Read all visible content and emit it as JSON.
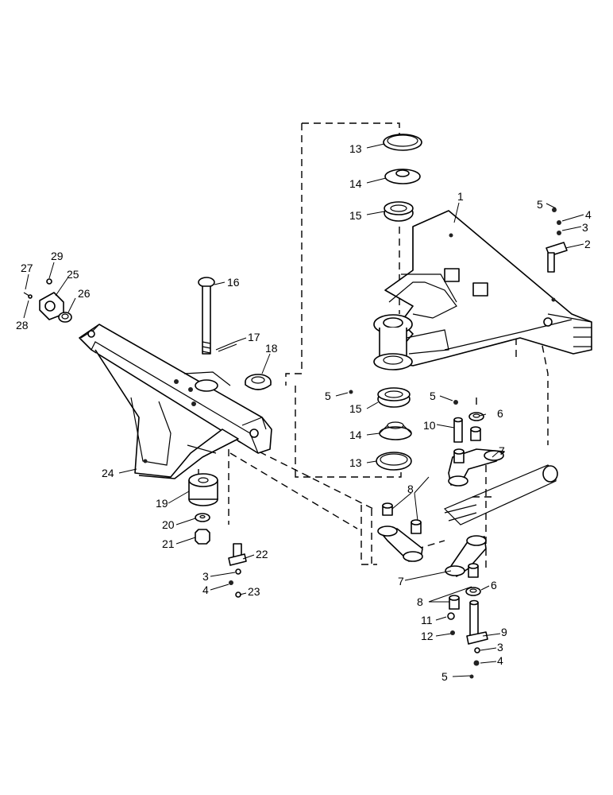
{
  "callouts": [
    {
      "id": "c1",
      "text": "1"
    },
    {
      "id": "c2",
      "text": "2"
    },
    {
      "id": "c3a",
      "text": "3"
    },
    {
      "id": "c4a",
      "text": "4"
    },
    {
      "id": "c5a",
      "text": "5"
    },
    {
      "id": "c6a",
      "text": "6"
    },
    {
      "id": "c7a",
      "text": "7"
    },
    {
      "id": "c8a",
      "text": "8"
    },
    {
      "id": "c13a",
      "text": "13"
    },
    {
      "id": "c14a",
      "text": "14"
    },
    {
      "id": "c15a",
      "text": "15"
    },
    {
      "id": "c5b",
      "text": "5"
    },
    {
      "id": "c15b",
      "text": "15"
    },
    {
      "id": "c5c",
      "text": "5"
    },
    {
      "id": "c10",
      "text": "10"
    },
    {
      "id": "c14b",
      "text": "14"
    },
    {
      "id": "c13b",
      "text": "13"
    },
    {
      "id": "c16",
      "text": "16"
    },
    {
      "id": "c17",
      "text": "17"
    },
    {
      "id": "c18",
      "text": "18"
    },
    {
      "id": "c24",
      "text": "24"
    },
    {
      "id": "c19",
      "text": "19"
    },
    {
      "id": "c20",
      "text": "20"
    },
    {
      "id": "c21",
      "text": "21"
    },
    {
      "id": "c22",
      "text": "22"
    },
    {
      "id": "c3b",
      "text": "3"
    },
    {
      "id": "c4b",
      "text": "4"
    },
    {
      "id": "c23",
      "text": "23"
    },
    {
      "id": "c27",
      "text": "27"
    },
    {
      "id": "c29",
      "text": "29"
    },
    {
      "id": "c25",
      "text": "25"
    },
    {
      "id": "c26",
      "text": "26"
    },
    {
      "id": "c28",
      "text": "28"
    },
    {
      "id": "c7b",
      "text": "7"
    },
    {
      "id": "c8b",
      "text": "8"
    },
    {
      "id": "c6b",
      "text": "6"
    },
    {
      "id": "c11",
      "text": "11"
    },
    {
      "id": "c12",
      "text": "12"
    },
    {
      "id": "c9",
      "text": "9"
    },
    {
      "id": "c3c",
      "text": "3"
    },
    {
      "id": "c4c",
      "text": "4"
    },
    {
      "id": "c5d",
      "text": "5"
    }
  ]
}
